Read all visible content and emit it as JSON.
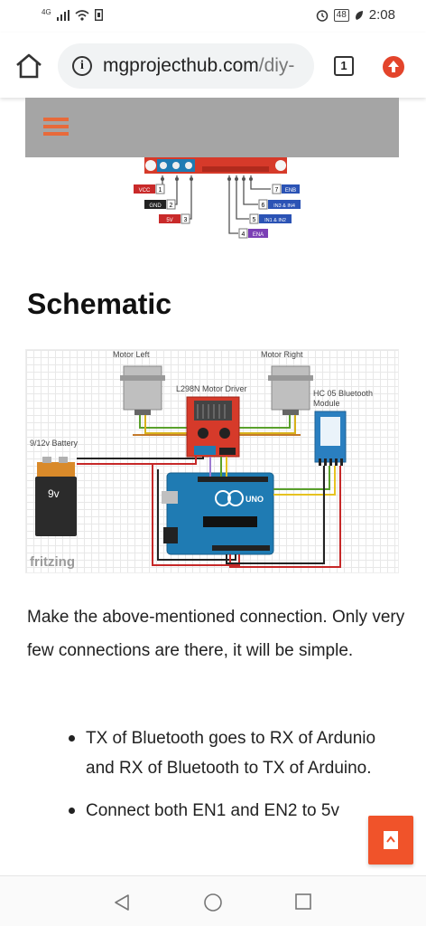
{
  "status_bar": {
    "network": "4G",
    "battery": "48",
    "time": "2:08",
    "icons": [
      "signal-icon",
      "wifi-icon",
      "sim-icon",
      "alarm-icon",
      "battery-icon",
      "leaf-icon"
    ]
  },
  "browser": {
    "url_domain": "mgprojecthub.com",
    "url_path": "/diy-",
    "tab_count": "1",
    "icons": [
      "home-icon",
      "info-icon",
      "tabs-icon",
      "update-icon"
    ]
  },
  "article": {
    "pinout": {
      "left_pins": [
        "VCC",
        "GND",
        "5V"
      ],
      "left_numbers": [
        "1",
        "2",
        "3"
      ],
      "right_pins": [
        "ENB",
        "IN3 & IN4",
        "IN1 & IN2",
        "ENA"
      ],
      "right_numbers": [
        "7",
        "6",
        "5",
        "4"
      ]
    },
    "schematic_title": "Schematic",
    "schematic": {
      "motor_left": "Motor Left",
      "motor_right": "Motor Right",
      "driver": "L298N Motor Driver",
      "bluetooth": "HC 05 Bluetooth",
      "bluetooth_line2": "Module",
      "battery_label": "9/12v Battery",
      "battery_value": "9v",
      "arduino_label": "UNO",
      "watermark": "fritzing"
    },
    "paragraph": "Make the above-mentioned connection. Only very few connections are there, it will be simple.",
    "bullets": [
      "TX of Bluetooth goes to RX of Ardunio and RX of Bluetooth to TX of Arduino.",
      "Connect both EN1 and EN2 to 5v"
    ]
  },
  "colors": {
    "accent": "#f0532a",
    "header_bg": "#a5a5a5",
    "arduino": "#1f7bb3",
    "driver": "#d63a2a"
  },
  "nav_bar": {
    "icons": [
      "back-icon",
      "home-circle-icon",
      "recents-icon"
    ]
  }
}
